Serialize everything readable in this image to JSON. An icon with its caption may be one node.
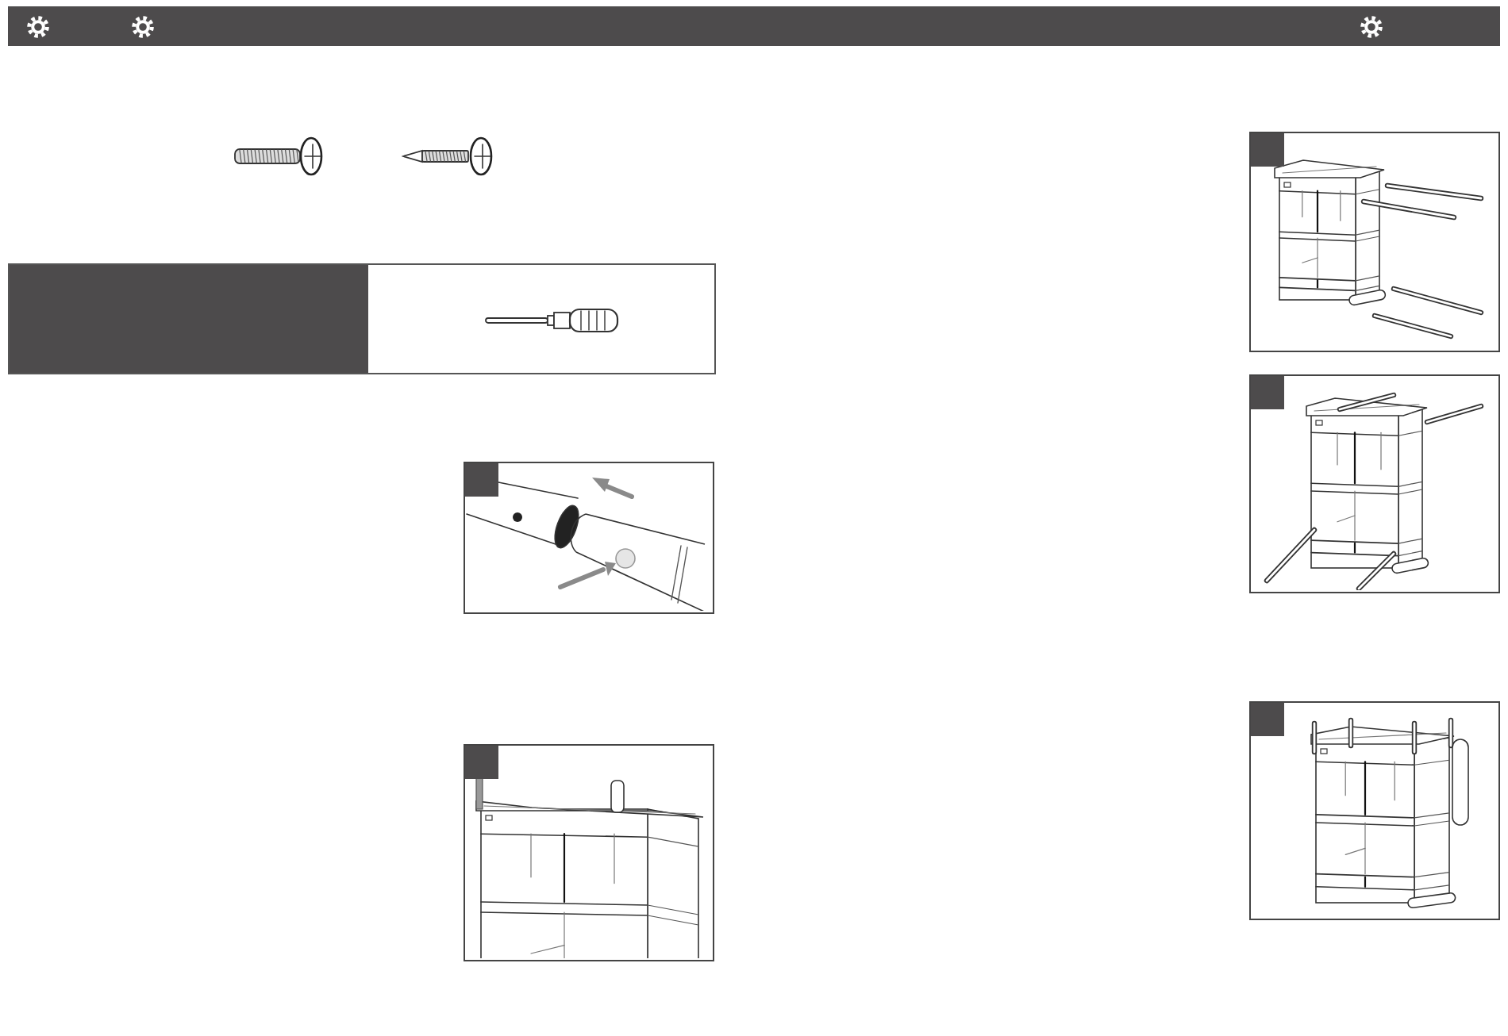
{
  "diagram": {
    "nodes": [
      {
        "text": [],
        "shape": "bar"
      },
      {
        "text": [],
        "shape": "picture"
      },
      {
        "text": [],
        "shape": "picture"
      },
      {
        "text": [],
        "shape": "box"
      },
      {
        "text": [],
        "shape": "box",
        "in": 3
      },
      {
        "text": [],
        "shape": "picture",
        "in": 3
      },
      {
        "text": [],
        "shape": "picture"
      },
      {
        "text": [],
        "shape": "picture"
      },
      {
        "text": [],
        "shape": "picture"
      },
      {
        "text": [],
        "shape": "picture"
      },
      {
        "text": [],
        "shape": "picture"
      }
    ]
  }
}
